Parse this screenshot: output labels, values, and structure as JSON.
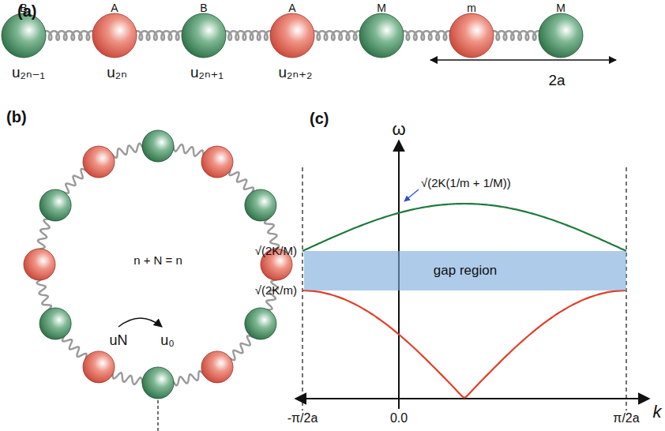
{
  "diagram": {
    "nodes": [
      {
        "text": [
          "gap region"
        ]
      }
    ],
    "labels": [
      "(a)",
      "B",
      "A",
      "B",
      "A",
      "M",
      "m",
      "M",
      "u₂ₙ₋₁",
      "u₂ₙ",
      "u₂ₙ₊₁",
      "u₂ₙ₊₂",
      "2a",
      "(b)",
      "n + N = n",
      "uN",
      "u₀",
      "(c)",
      "ω",
      "√(2K(1/m + 1/M))",
      "√(2K/M)",
      "√(2K/m)",
      "k",
      "-π/2a",
      "0.0",
      "π/2a"
    ]
  }
}
